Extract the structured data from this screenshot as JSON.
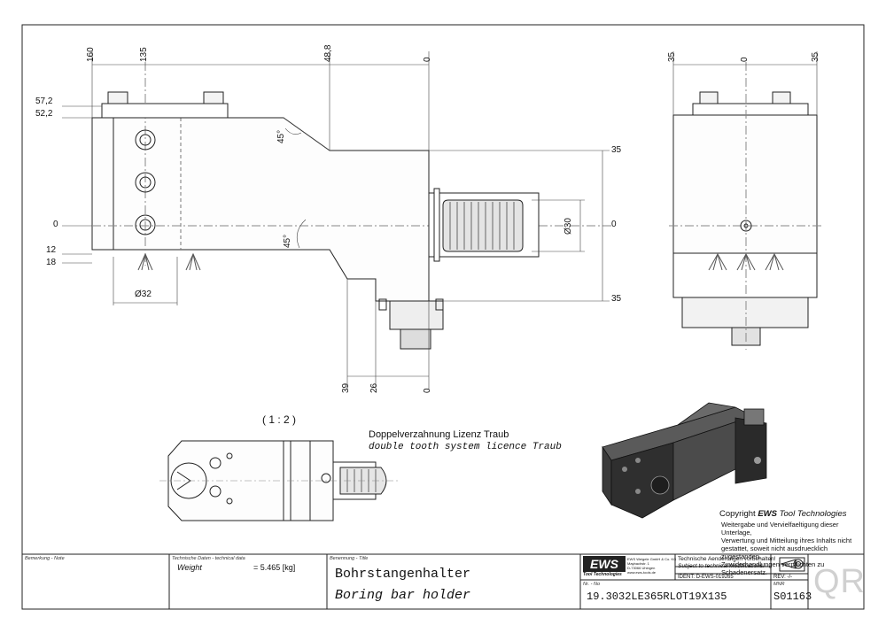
{
  "drawing": {
    "scale_label": "( 1 : 2 )",
    "note_de": "Doppelverzahnung Lizenz Traub",
    "note_en": "double tooth system licence Traub",
    "dimensions": {
      "left_top": [
        "160",
        "135",
        "48,8",
        "0"
      ],
      "left_side": [
        "57,2",
        "52,2",
        "0",
        "12",
        "18"
      ],
      "right_side": [
        "35",
        "0",
        "35"
      ],
      "bottom": [
        "39",
        "26",
        "0"
      ],
      "diameter_32": "Ø32",
      "diameter_30": "Ø30",
      "angle_1": "45°",
      "angle_2": "45°",
      "side_top": [
        "35",
        "0",
        "35"
      ]
    }
  },
  "copyright": {
    "title_prefix": "Copyright ",
    "brand": "EWS",
    "title_suffix": " Tool Technologies",
    "lines": [
      "Weitergabe und Vervielfaeltigung dieser Unterlage,",
      "Verwertung und Mitteilung ihres Inhalts nicht",
      "gestattet, soweit nicht ausdruecklich zugestanden.",
      "Zuwiderhandlungen verpflichten zu Schadenersatz."
    ]
  },
  "title_block": {
    "note_label": "Bemerkung - Note",
    "tech_label": "Technische Daten - technical data",
    "weight_label": "Weight",
    "weight_value": "= 5.465 [kg]",
    "name_label": "Benennung - Title",
    "title_de": "Bohrstangenhalter",
    "title_en": "Boring bar holder",
    "logo_text": "EWS",
    "logo_sub": "Tool Technologies",
    "company_lines": [
      "EWS Weigele GmbH & Co. KG",
      "Maybachstr. 1",
      "D-73066 Uhingen",
      "www.ews-tools.de"
    ],
    "change_note_de": "Technische Aenderungen vorbehalten!",
    "change_note_en": "Subject to technical modifications!",
    "ident_label": "IDENT:",
    "ident_value": "D-EWS-019265",
    "rev_label": "REV:",
    "rev_value": "-/-",
    "nr_label": "Nr. - No",
    "part_number": "19.3032LE365RLOT19X135",
    "mnr_label": "MNR",
    "mnr_value": "S01163",
    "qr_label": "QR"
  }
}
